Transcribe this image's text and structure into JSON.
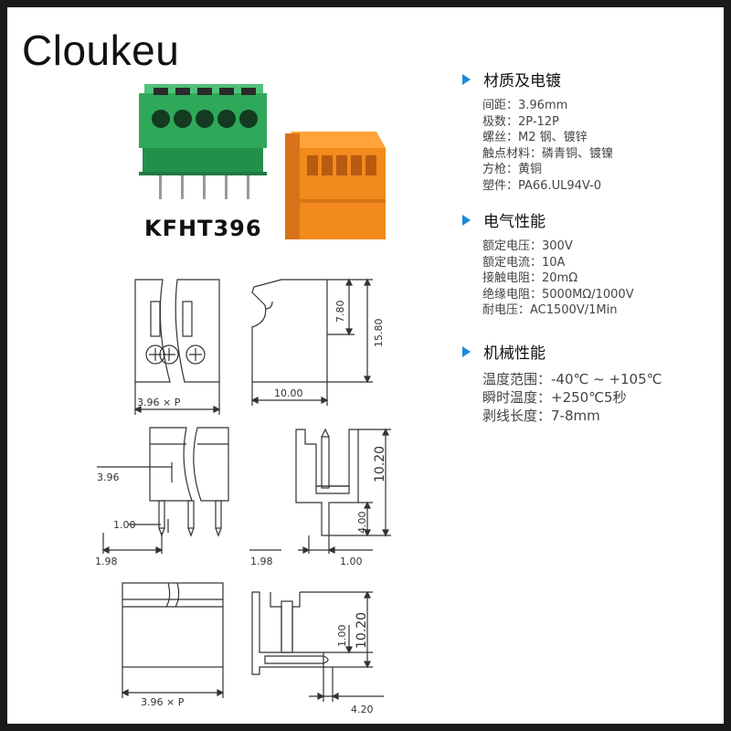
{
  "brand": "Cloukeu",
  "model": "KFHT396",
  "sections": [
    {
      "title": "材质及电镀",
      "items": [
        "间距：3.96mm",
        "极数：2P-12P",
        "螺丝：M2 钢、镀锌",
        "触点材料：磷青铜、镀镍",
        "方枪：黄铜",
        "塑件：PA66.UL94V-0"
      ]
    },
    {
      "title": "电气性能",
      "items": [
        "额定电压：300V",
        "额定电流：10A",
        "接触电阻：20mΩ",
        "绝缘电阻：5000MΩ/1000V",
        "耐电压：AC1500V/1Min"
      ]
    },
    {
      "title": "机械性能",
      "items": [
        "温度范围：-40℃ ~ +105℃",
        "瞬时温度：+250℃5秒",
        "剥线长度：7-8mm"
      ]
    }
  ],
  "drawing": {
    "top_front_width": "3.96 × P",
    "top_side_width": "10.00",
    "top_side_h1": "7.80",
    "top_side_h2": "15.80",
    "mid_pitch": "3.96",
    "mid_pin_offset": "1.00",
    "mid_left": "1.98",
    "mid_right": "1.98",
    "mid_side_height": "10.20",
    "mid_side_pin": "4.00",
    "mid_side_bottom": "1.00",
    "bot_front_width": "3.96 × P",
    "bot_side_pin": "1.00",
    "bot_side_height": "10.20",
    "bot_side_bottom": "4.20"
  },
  "colors": {
    "green": "#2fa85a",
    "orange": "#f28a1c",
    "accent": "#1e88d8"
  }
}
